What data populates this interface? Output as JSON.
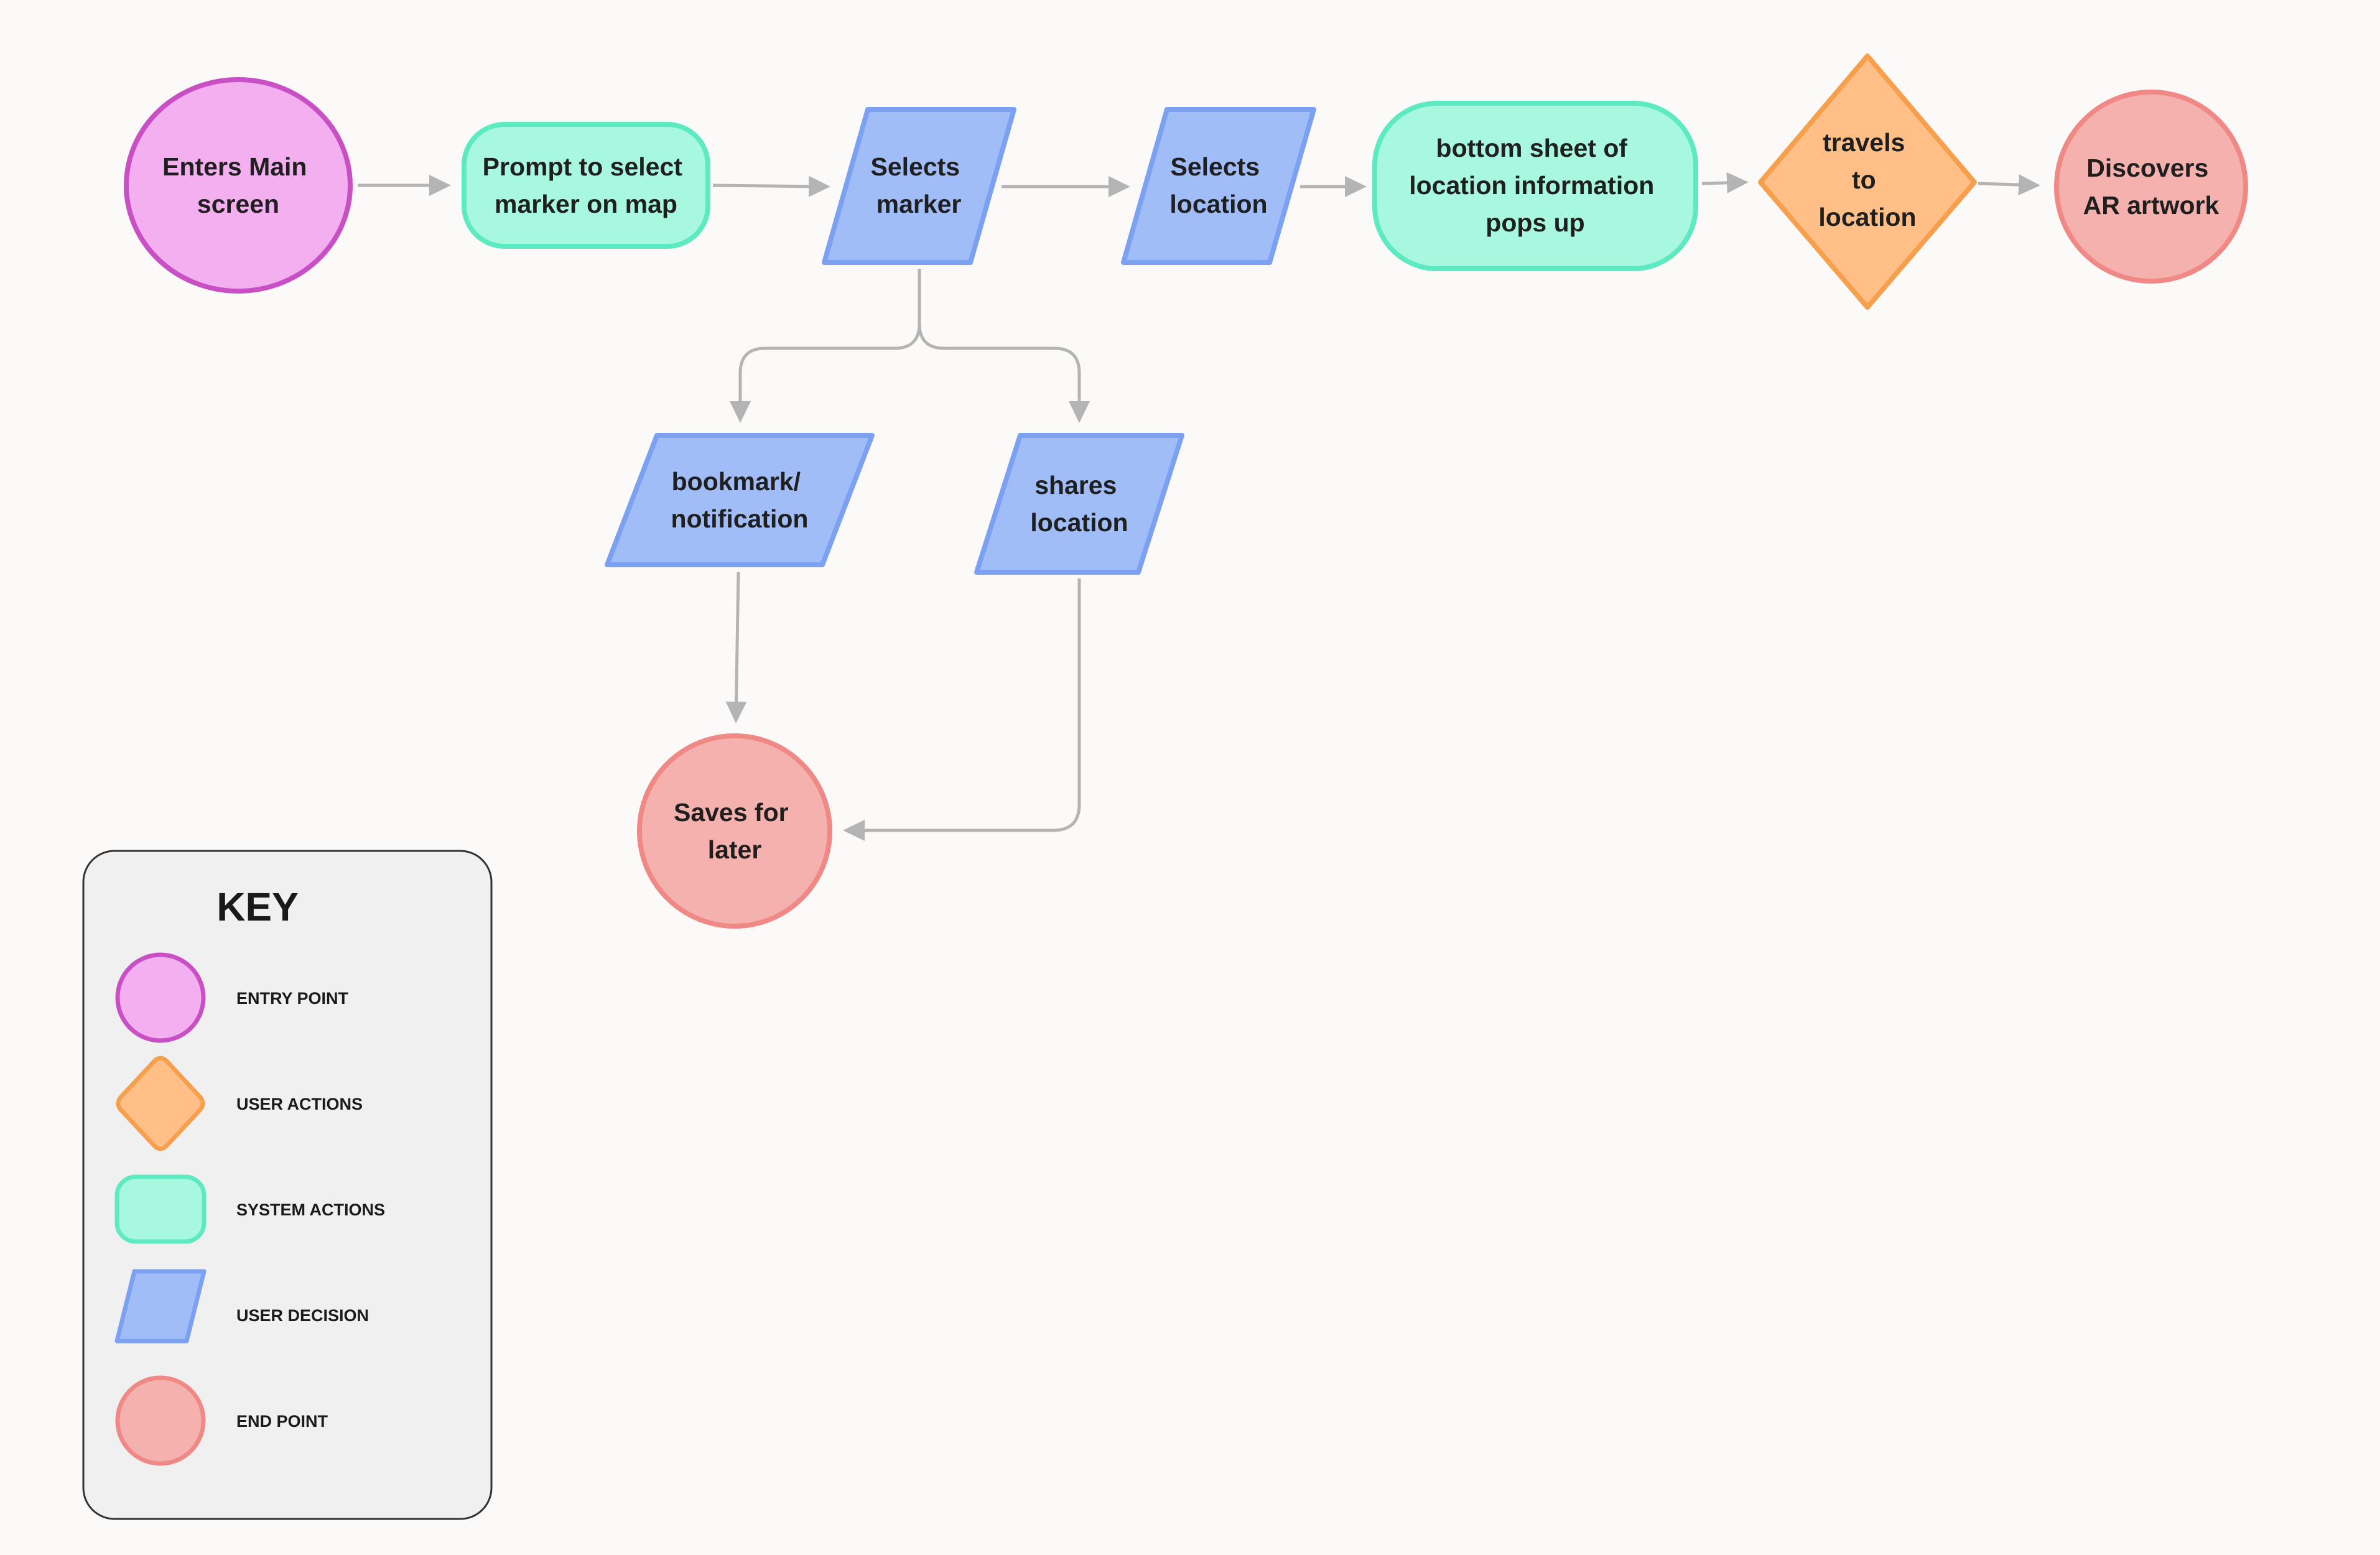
{
  "colors": {
    "entry_fill": "#f4aff0",
    "entry_stroke": "#c94fc5",
    "user_action_fill": "#ffbf87",
    "user_action_stroke": "#f6a04d",
    "system_fill": "#a7f8de",
    "system_stroke": "#5eeac0",
    "decision_fill": "#a1bdf7",
    "decision_stroke": "#7da1f2",
    "end_fill": "#f5b1ae",
    "end_stroke": "#f08986",
    "edge": "#b4b4b4",
    "key_fill": "#f0f0f0",
    "key_stroke": "#333333"
  },
  "nodes": {
    "enters_main": {
      "shape": "entry",
      "lines": [
        "Enters Main",
        "screen"
      ]
    },
    "prompt_marker": {
      "shape": "system",
      "lines": [
        "Prompt to select",
        "marker on map"
      ]
    },
    "selects_marker": {
      "shape": "decision",
      "lines": [
        "Selects",
        "marker"
      ]
    },
    "selects_location": {
      "shape": "decision",
      "lines": [
        "Selects",
        "location"
      ]
    },
    "bottom_sheet": {
      "shape": "system",
      "lines": [
        "bottom sheet of",
        "location information",
        "pops up"
      ]
    },
    "travels": {
      "shape": "user_action",
      "lines": [
        "travels",
        "to",
        "location"
      ]
    },
    "discovers": {
      "shape": "end",
      "lines": [
        "Discovers",
        "AR artwork"
      ]
    },
    "bookmark": {
      "shape": "decision",
      "lines": [
        "bookmark/",
        "notification"
      ]
    },
    "shares": {
      "shape": "decision",
      "lines": [
        "shares",
        "location"
      ]
    },
    "saves": {
      "shape": "end",
      "lines": [
        "Saves for",
        "later"
      ]
    }
  },
  "edges": [
    {
      "from": "enters_main",
      "to": "prompt_marker"
    },
    {
      "from": "prompt_marker",
      "to": "selects_marker"
    },
    {
      "from": "selects_marker",
      "to": "selects_location"
    },
    {
      "from": "selects_location",
      "to": "bottom_sheet"
    },
    {
      "from": "bottom_sheet",
      "to": "travels"
    },
    {
      "from": "travels",
      "to": "discovers"
    },
    {
      "from": "selects_marker",
      "to": "bookmark"
    },
    {
      "from": "selects_marker",
      "to": "shares"
    },
    {
      "from": "bookmark",
      "to": "saves"
    },
    {
      "from": "shares",
      "to": "saves"
    }
  ],
  "key": {
    "title": "KEY",
    "items": [
      {
        "shape": "entry",
        "label": "ENTRY POINT"
      },
      {
        "shape": "user_action",
        "label": "USER ACTIONS"
      },
      {
        "shape": "system",
        "label": "SYSTEM ACTIONS"
      },
      {
        "shape": "decision",
        "label": "USER DECISION"
      },
      {
        "shape": "end",
        "label": "END POINT"
      }
    ]
  }
}
